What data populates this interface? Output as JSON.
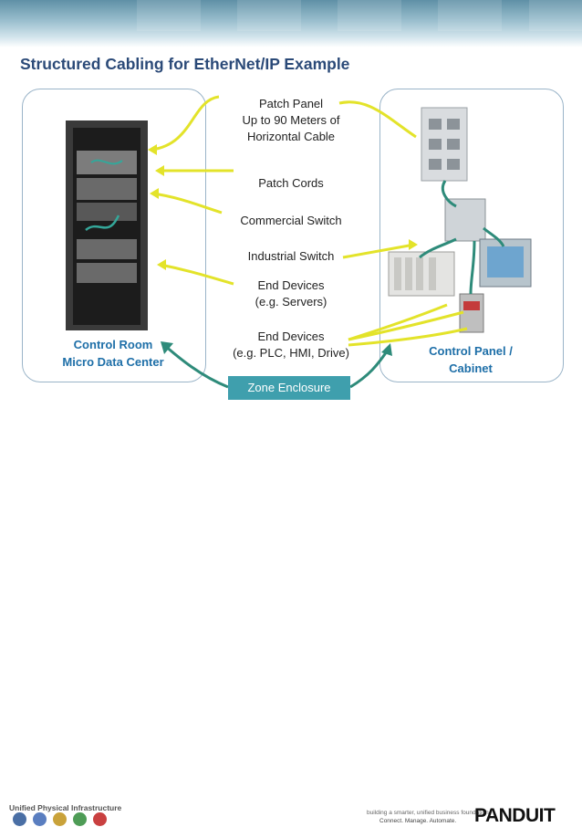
{
  "title": "Structured Cabling for EtherNet/IP Example",
  "left_label": [
    "Control Room",
    "Micro Data Center"
  ],
  "right_label": [
    "Control Panel /",
    "Cabinet"
  ],
  "center_labels": {
    "patch_panel": [
      "Patch Panel",
      "Up to 90 Meters of",
      "Horizontal Cable"
    ],
    "patch_cords": "Patch Cords",
    "commercial_switch": "Commercial Switch",
    "industrial_switch": "Industrial Switch",
    "end_devices_servers": [
      "End Devices",
      "(e.g. Servers)"
    ],
    "end_devices_plc": [
      "End Devices",
      "(e.g. PLC, HMI, Drive)"
    ]
  },
  "zone_button": "Zone Enclosure",
  "footer": {
    "upi": "Unified Physical Infrastructure",
    "tagline_1": "building a smarter, unified business foundation",
    "tagline_2": "Connect. Manage. Automate.",
    "logo": "PANDUIT"
  },
  "colors": {
    "accent_yellow": "#e3e32a",
    "accent_teal": "#2e8b7a",
    "label_blue": "#1e6fa8",
    "title_navy": "#2b4a78",
    "zone_teal": "#3f9fad"
  }
}
